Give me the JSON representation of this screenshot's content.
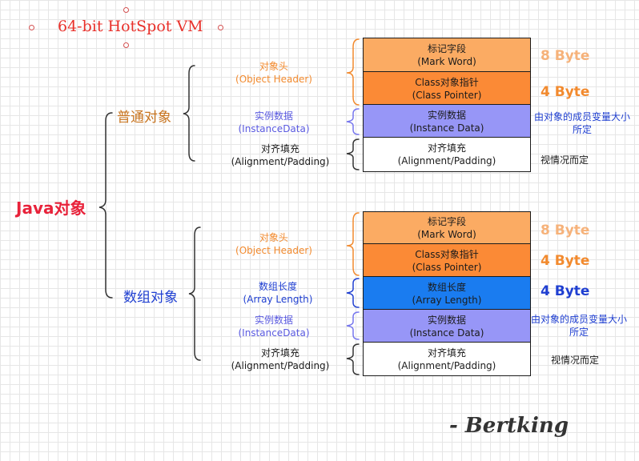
{
  "title": "64-bit HotSpot VM",
  "root_label": "Java对象",
  "signature": "- Bertking",
  "colors": {
    "title": "#e8302a",
    "root": "#e8223a",
    "ordinary_branch": "#c8741f",
    "array_branch": "#1f3fd1",
    "mark_word": "#fbab63",
    "class_pointer": "#fb8a36",
    "instance_data": "#9796f7",
    "array_length": "#1a7cf0",
    "padding": "#ffffff",
    "orange_size": "#f28a2e",
    "blue_size": "#1f3fd1"
  },
  "ordinary": {
    "name": "普通对象",
    "header_cn": "对象头",
    "header_en": "(Object Header)",
    "instance_cn": "实例数据",
    "instance_en": "(InstanceData)",
    "padding_cn": "对齐填充",
    "padding_en": "(Alignment/Padding)",
    "boxes": {
      "mark_cn": "标记字段",
      "mark_en": "(Mark Word)",
      "class_cn": "Class对象指针",
      "class_en": "(Class Pointer)",
      "instance_cn": "实例数据",
      "instance_en": "(Instance Data)",
      "padding_cn": "对齐填充",
      "padding_en": "(Alignment/Padding)"
    },
    "mark_size": "8 Byte",
    "class_size": "4 Byte",
    "instance_note": "由对象的成员变量大小所定",
    "padding_note": "视情况而定"
  },
  "array": {
    "name": "数组对象",
    "header_cn": "对象头",
    "header_en": "(Object Header)",
    "length_cn": "数组长度",
    "length_en": "(Array Length)",
    "instance_cn": "实例数据",
    "instance_en": "(InstanceData)",
    "padding_cn": "对齐填充",
    "padding_en": "(Alignment/Padding)",
    "boxes": {
      "mark_cn": "标记字段",
      "mark_en": "(Mark Word)",
      "class_cn": "Class对象指针",
      "class_en": "(Class Pointer)",
      "length_cn": "数组长度",
      "length_en": "(Array Length)",
      "instance_cn": "实例数据",
      "instance_en": "(Instance Data)",
      "padding_cn": "对齐填充",
      "padding_en": "(Alignment/Padding)"
    },
    "mark_size": "8 Byte",
    "class_size": "4 Byte",
    "length_size": "4 Byte",
    "instance_note": "由对象的成员变量大小所定",
    "padding_note": "视情况而定"
  }
}
